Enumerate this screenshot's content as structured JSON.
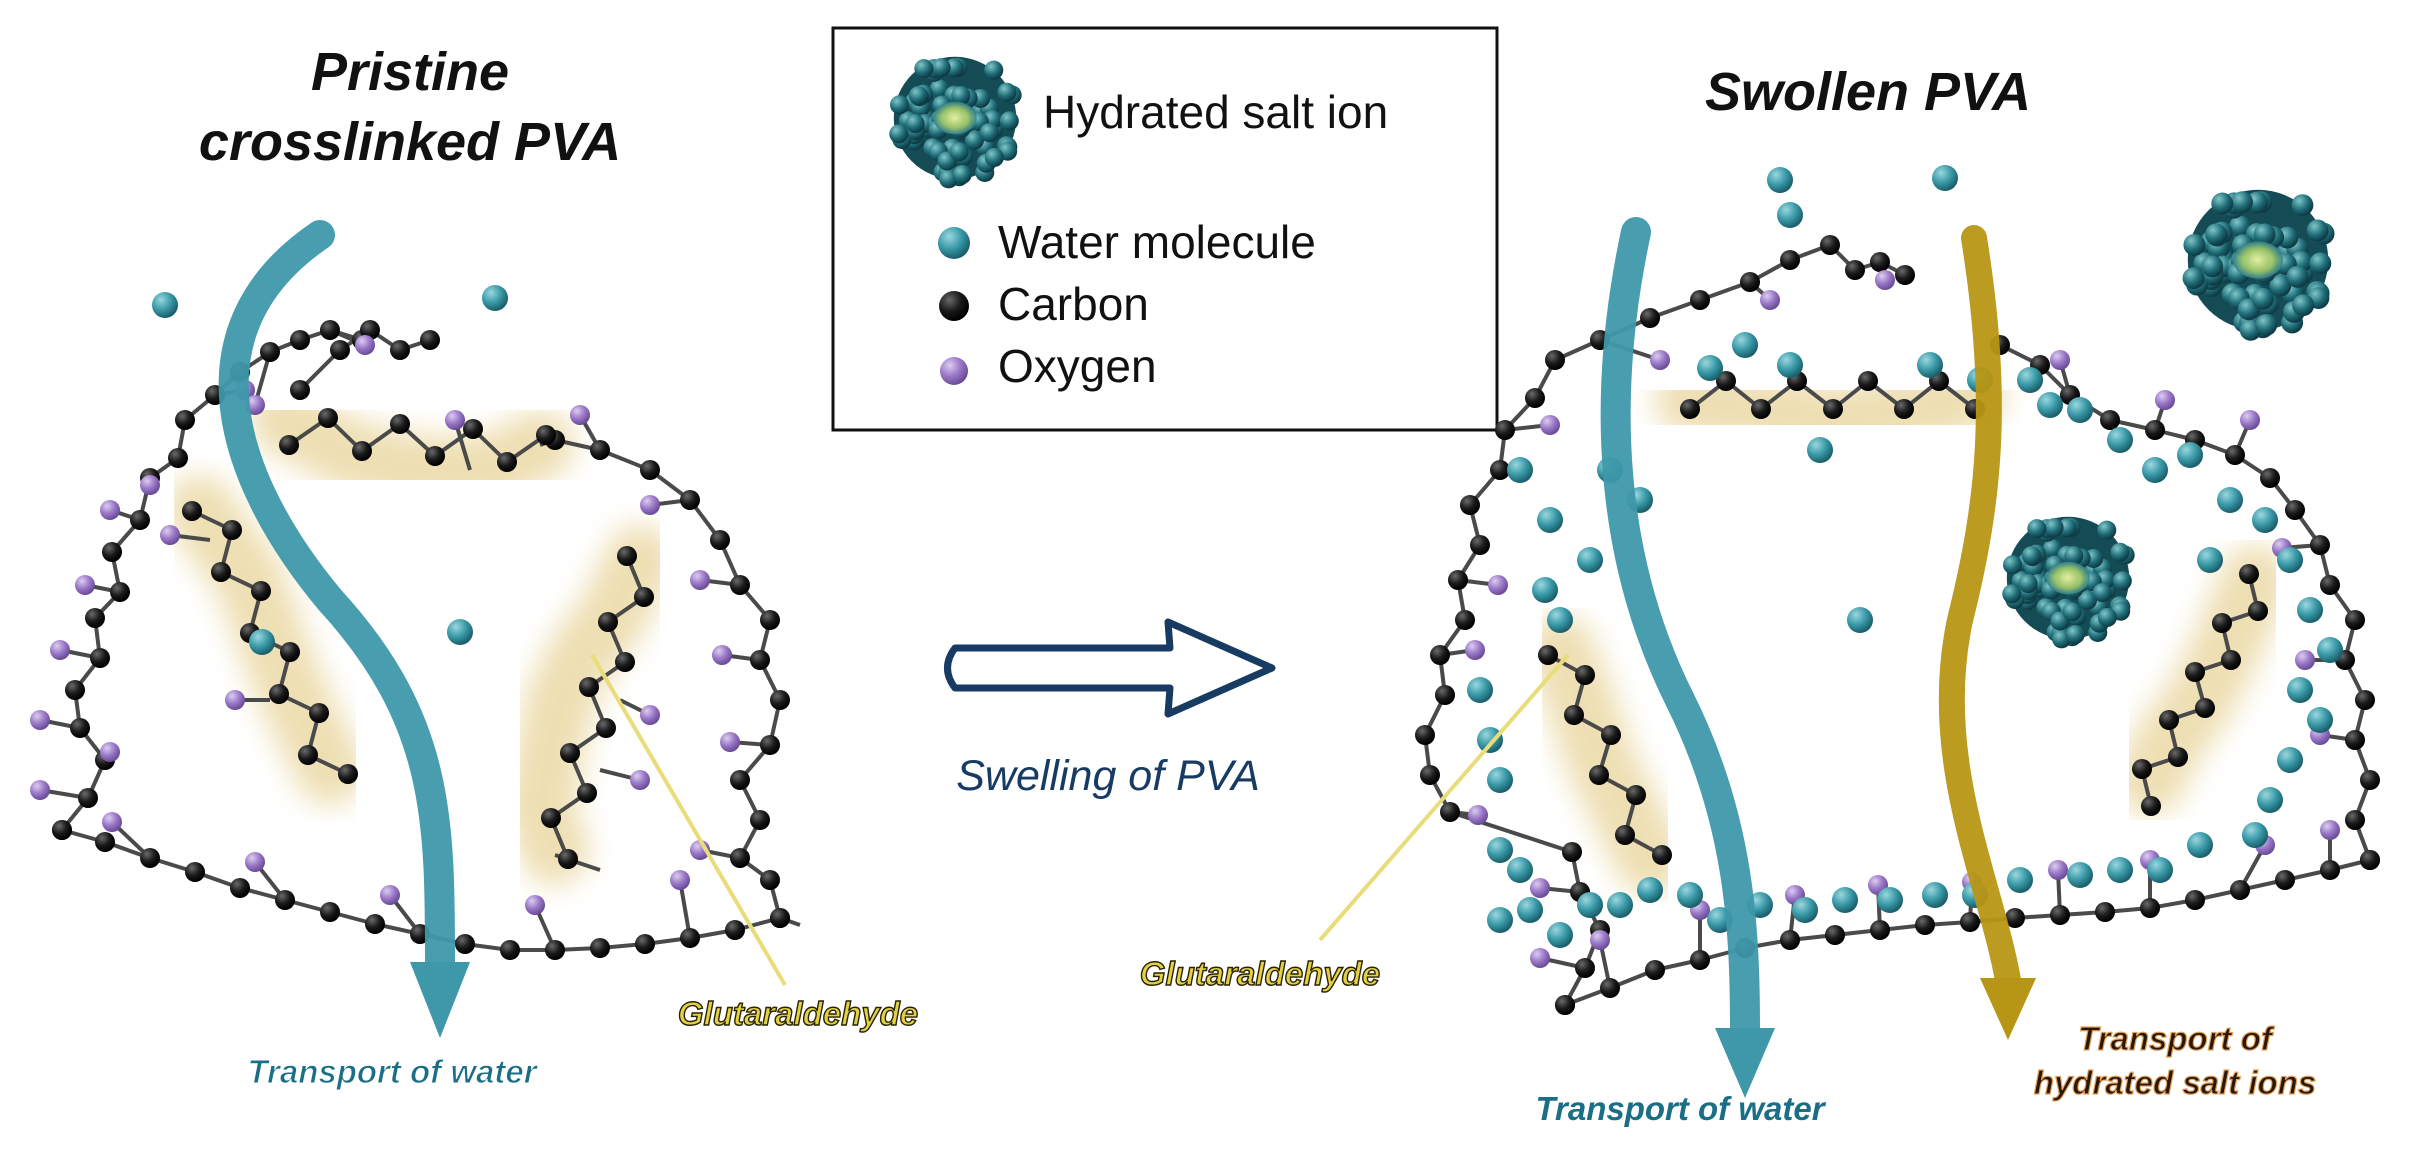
{
  "titles": {
    "left_line1": "Pristine",
    "left_line2": "crosslinked PVA",
    "right": "Swollen PVA"
  },
  "legend": {
    "items": [
      {
        "label": "Hydrated salt ion",
        "icon": "hydrated-ion-cluster",
        "color": "#2f7f8e"
      },
      {
        "label": "Water molecule",
        "icon": "water-sphere",
        "color": "#3a9aa8"
      },
      {
        "label": "Carbon",
        "icon": "carbon-sphere",
        "color": "#141414"
      },
      {
        "label": "Oxygen",
        "icon": "oxygen-sphere",
        "color": "#9a78c8"
      }
    ]
  },
  "center": {
    "process_label": "Swelling of PVA",
    "arrow_icon": "process-arrow"
  },
  "labels": {
    "left_water": "Transport of water",
    "left_crosslinker": "Glutaraldehyde",
    "right_crosslinker": "Glutaraldehyde",
    "right_water": "Transport of water",
    "right_ions_line1": "Transport of",
    "right_ions_line2": "hydrated salt ions"
  },
  "colors": {
    "water": "#3a9aa8",
    "carbon": "#141414",
    "oxygen": "#9a78c8",
    "water_arrow": "#3e98aa",
    "ion_arrow": "#b89615",
    "glow": "#e8d49a",
    "water_label": "#1a6f86",
    "crosslinker_label": "#e2d045",
    "ion_label": "#2b1708",
    "swell_label": "#173b63"
  }
}
